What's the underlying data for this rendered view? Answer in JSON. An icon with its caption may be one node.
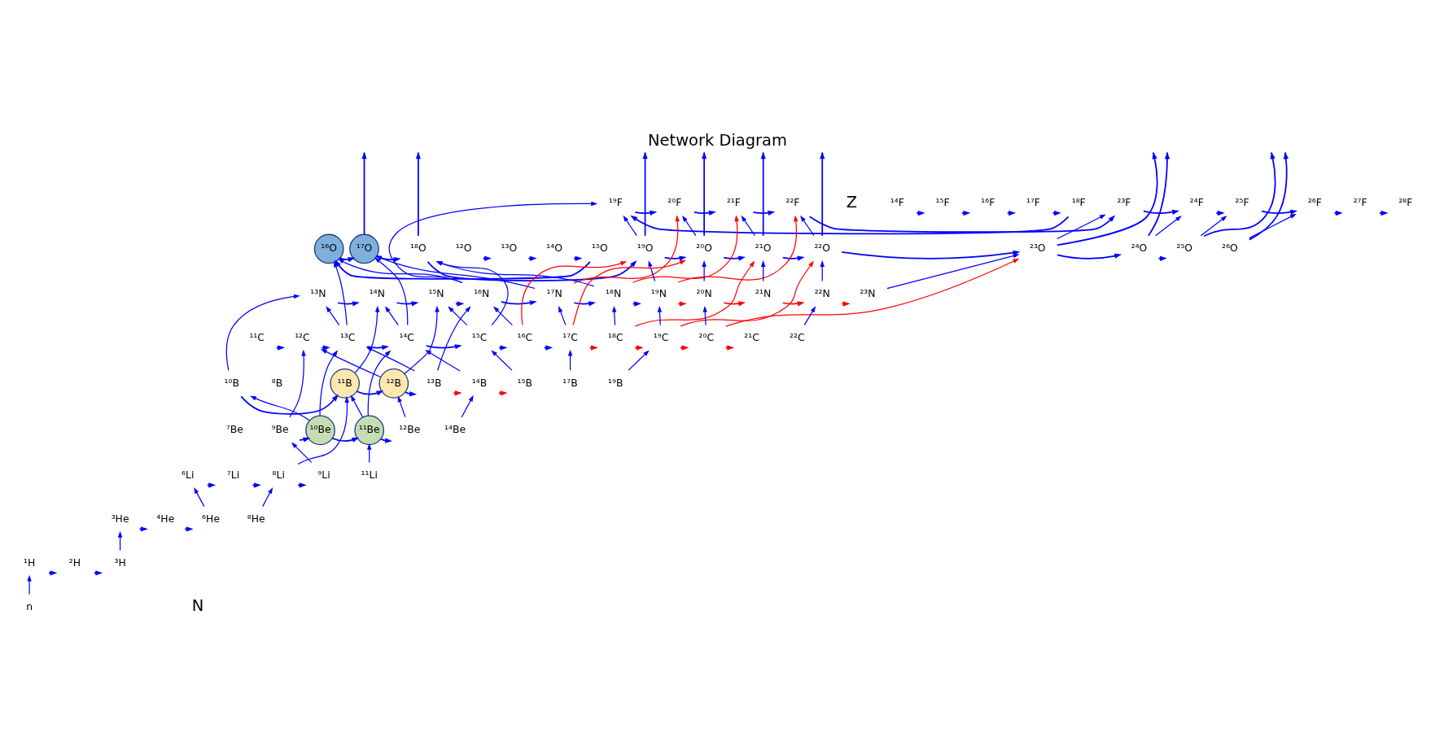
{
  "diagram": {
    "title": "Network Diagram",
    "nodes": [
      {
        "text": [
          "¹⁴F"
        ]
      },
      {
        "text": [
          "¹⁵F"
        ]
      },
      {
        "text": [
          "¹⁶F"
        ]
      },
      {
        "text": [
          "¹⁷F"
        ]
      },
      {
        "text": [
          "¹⁸F"
        ]
      },
      {
        "text": [
          "¹⁹F"
        ]
      },
      {
        "text": [
          "²⁰F"
        ]
      },
      {
        "text": [
          "²¹F"
        ]
      },
      {
        "text": [
          "²²F"
        ]
      },
      {
        "text": [
          "²³F"
        ]
      },
      {
        "text": [
          "²⁴F"
        ]
      },
      {
        "text": [
          "²⁵F"
        ]
      },
      {
        "text": [
          "²⁶F"
        ]
      },
      {
        "text": [
          "²⁷F"
        ]
      },
      {
        "text": [
          "²⁸F"
        ]
      },
      {
        "text": [
          "¹²O"
        ]
      },
      {
        "text": [
          "¹³O"
        ]
      },
      {
        "text": [
          "¹⁴O"
        ]
      },
      {
        "text": [
          "¹⁵O"
        ]
      },
      {
        "text": [
          "¹⁶O"
        ]
      },
      {
        "text": [
          "¹⁷O"
        ]
      },
      {
        "text": [
          "¹⁸O"
        ]
      },
      {
        "text": [
          "¹⁹O"
        ]
      },
      {
        "text": [
          "²⁰O"
        ]
      },
      {
        "text": [
          "²¹O"
        ]
      },
      {
        "text": [
          "²²O"
        ]
      },
      {
        "text": [
          "²³O"
        ]
      },
      {
        "text": [
          "²⁴O"
        ]
      },
      {
        "text": [
          "²⁵O"
        ]
      },
      {
        "text": [
          "²⁶O"
        ]
      },
      {
        "text": [
          "¹³N"
        ]
      },
      {
        "text": [
          "¹⁴N"
        ]
      },
      {
        "text": [
          "¹⁵N"
        ]
      },
      {
        "text": [
          "¹⁶N"
        ]
      },
      {
        "text": [
          "¹⁷N"
        ]
      },
      {
        "text": [
          "¹⁸N"
        ]
      },
      {
        "text": [
          "¹⁹N"
        ]
      },
      {
        "text": [
          "²⁰N"
        ]
      },
      {
        "text": [
          "²¹N"
        ]
      },
      {
        "text": [
          "²²N"
        ]
      },
      {
        "text": [
          "²³N"
        ]
      },
      {
        "text": [
          "¹¹C"
        ]
      },
      {
        "text": [
          "¹²C"
        ]
      },
      {
        "text": [
          "¹³C"
        ]
      },
      {
        "text": [
          "¹⁴C"
        ]
      },
      {
        "text": [
          "¹⁵C"
        ]
      },
      {
        "text": [
          "¹⁶C"
        ]
      },
      {
        "text": [
          "¹⁷C"
        ]
      },
      {
        "text": [
          "¹⁸C"
        ]
      },
      {
        "text": [
          "¹⁹C"
        ]
      },
      {
        "text": [
          "²⁰C"
        ]
      },
      {
        "text": [
          "²¹C"
        ]
      },
      {
        "text": [
          "²²C"
        ]
      },
      {
        "text": [
          "⁸B"
        ]
      },
      {
        "text": [
          "¹⁰B"
        ]
      },
      {
        "text": [
          "¹¹B"
        ]
      },
      {
        "text": [
          "¹²B"
        ]
      },
      {
        "text": [
          "¹³B"
        ]
      },
      {
        "text": [
          "¹⁴B"
        ]
      },
      {
        "text": [
          "¹⁵B"
        ]
      },
      {
        "text": [
          "¹⁷B"
        ]
      },
      {
        "text": [
          "¹⁹B"
        ]
      },
      {
        "text": [
          "⁷Be"
        ]
      },
      {
        "text": [
          "⁹Be"
        ]
      },
      {
        "text": [
          "¹⁰Be"
        ]
      },
      {
        "text": [
          "¹¹Be"
        ]
      },
      {
        "text": [
          "¹²Be"
        ]
      },
      {
        "text": [
          "¹⁴Be"
        ]
      },
      {
        "text": [
          "⁶Li"
        ]
      },
      {
        "text": [
          "⁷Li"
        ]
      },
      {
        "text": [
          "⁸Li"
        ]
      },
      {
        "text": [
          "⁹Li"
        ]
      },
      {
        "text": [
          "¹¹Li"
        ]
      },
      {
        "text": [
          "³He"
        ]
      },
      {
        "text": [
          "⁴He"
        ]
      },
      {
        "text": [
          "⁶He"
        ]
      },
      {
        "text": [
          "⁸He"
        ]
      },
      {
        "text": [
          "¹H"
        ]
      },
      {
        "text": [
          "²H"
        ]
      },
      {
        "text": [
          "³H"
        ]
      },
      {
        "text": [
          "n"
        ]
      }
    ],
    "edges": [
      {
        "from": 77,
        "to": 78,
        "arrow": "to"
      },
      {
        "from": 78,
        "to": 79,
        "arrow": "to"
      },
      {
        "from": 73,
        "to": 74,
        "arrow": "to"
      },
      {
        "from": 74,
        "to": 75,
        "arrow": "to"
      },
      {
        "from": 68,
        "to": 69,
        "arrow": "to"
      },
      {
        "from": 69,
        "to": 70,
        "arrow": "to"
      },
      {
        "from": 70,
        "to": 71,
        "arrow": "to"
      },
      {
        "from": 63,
        "to": 64,
        "arrow": "to"
      },
      {
        "from": 64,
        "to": 65,
        "arrow": "to"
      },
      {
        "from": 65,
        "to": 66,
        "arrow": "to"
      },
      {
        "from": 54,
        "to": 55,
        "arrow": "to"
      },
      {
        "from": 55,
        "to": 56,
        "arrow": "to"
      },
      {
        "from": 56,
        "to": 57,
        "arrow": "to"
      },
      {
        "from": 57,
        "to": 58,
        "arrow": "to",
        "color": "#ff0000"
      },
      {
        "from": 58,
        "to": 59,
        "arrow": "to",
        "color": "#ff0000"
      },
      {
        "from": 41,
        "to": 42,
        "arrow": "to"
      },
      {
        "from": 42,
        "to": 43,
        "arrow": "to"
      },
      {
        "from": 43,
        "to": 44,
        "arrow": "to"
      },
      {
        "from": 44,
        "to": 45,
        "arrow": "to"
      },
      {
        "from": 45,
        "to": 46,
        "arrow": "to"
      },
      {
        "from": 46,
        "to": 47,
        "arrow": "to"
      },
      {
        "from": 47,
        "to": 48,
        "arrow": "to",
        "color": "#ff0000"
      },
      {
        "from": 48,
        "to": 49,
        "arrow": "to",
        "color": "#ff0000"
      },
      {
        "from": 49,
        "to": 50,
        "arrow": "to",
        "color": "#ff0000"
      },
      {
        "from": 50,
        "to": 51,
        "arrow": "to",
        "color": "#ff0000"
      },
      {
        "from": 30,
        "to": 31,
        "arrow": "to"
      },
      {
        "from": 31,
        "to": 32,
        "arrow": "to"
      },
      {
        "from": 32,
        "to": 33,
        "arrow": "to"
      },
      {
        "from": 33,
        "to": 34,
        "arrow": "to"
      },
      {
        "from": 34,
        "to": 35,
        "arrow": "to"
      },
      {
        "from": 35,
        "to": 36,
        "arrow": "to"
      },
      {
        "from": 36,
        "to": 37,
        "arrow": "to",
        "color": "#ff0000"
      },
      {
        "from": 37,
        "to": 38,
        "arrow": "to",
        "color": "#ff0000"
      },
      {
        "from": 38,
        "to": 39,
        "arrow": "to",
        "color": "#ff0000"
      },
      {
        "from": 39,
        "to": 40,
        "arrow": "to",
        "color": "#ff0000"
      },
      {
        "from": 15,
        "to": 16,
        "arrow": "to"
      },
      {
        "from": 16,
        "to": 17,
        "arrow": "to"
      },
      {
        "from": 17,
        "to": 18,
        "arrow": "to"
      },
      {
        "from": 18,
        "to": 19,
        "arrow": "to"
      },
      {
        "from": 19,
        "to": 20,
        "arrow": "to"
      },
      {
        "from": 20,
        "to": 21,
        "arrow": "to"
      },
      {
        "from": 21,
        "to": 22,
        "arrow": "to"
      },
      {
        "from": 22,
        "to": 23,
        "arrow": "to"
      },
      {
        "from": 23,
        "to": 24,
        "arrow": "to"
      },
      {
        "from": 24,
        "to": 25,
        "arrow": "to"
      },
      {
        "from": 25,
        "to": 26,
        "arrow": "to"
      },
      {
        "from": 26,
        "to": 27,
        "arrow": "to"
      },
      {
        "from": 27,
        "to": 28,
        "arrow": "to"
      },
      {
        "from": 0,
        "to": 1,
        "arrow": "to"
      },
      {
        "from": 1,
        "to": 2,
        "arrow": "to"
      },
      {
        "from": 2,
        "to": 3,
        "arrow": "to"
      },
      {
        "from": 3,
        "to": 4,
        "arrow": "to"
      },
      {
        "from": 4,
        "to": 5,
        "arrow": "to"
      },
      {
        "from": 5,
        "to": 6,
        "arrow": "to"
      },
      {
        "from": 6,
        "to": 7,
        "arrow": "to"
      },
      {
        "from": 7,
        "to": 8,
        "arrow": "to"
      },
      {
        "from": 8,
        "to": 9,
        "arrow": "to"
      },
      {
        "from": 9,
        "to": 10,
        "arrow": "to"
      },
      {
        "from": 10,
        "to": 11,
        "arrow": "to"
      },
      {
        "from": 11,
        "to": 12,
        "arrow": "to"
      },
      {
        "from": 12,
        "to": 13,
        "arrow": "to"
      },
      {
        "from": 13,
        "to": 14,
        "arrow": "to"
      },
      {
        "from": 80,
        "to": 77,
        "arrow": "to"
      },
      {
        "from": 79,
        "to": 73,
        "arrow": "to"
      },
      {
        "from": 75,
        "to": 68,
        "arrow": "to"
      },
      {
        "from": 76,
        "to": 70,
        "arrow": "to"
      },
      {
        "from": 71,
        "to": 63,
        "arrow": "to"
      },
      {
        "from": 72,
        "to": 65,
        "arrow": "to"
      },
      {
        "from": 64,
        "to": 54,
        "arrow": "to"
      },
      {
        "from": 65,
        "to": 55,
        "arrow": "to"
      },
      {
        "from": 66,
        "to": 56,
        "arrow": "to"
      },
      {
        "from": 67,
        "to": 58,
        "arrow": "to"
      },
      {
        "from": 56,
        "to": 42,
        "arrow": "to"
      },
      {
        "from": 57,
        "to": 43,
        "arrow": "to"
      },
      {
        "from": 58,
        "to": 44,
        "arrow": "to"
      },
      {
        "from": 59,
        "to": 45,
        "arrow": "to"
      },
      {
        "from": 60,
        "to": 47,
        "arrow": "to"
      },
      {
        "from": 61,
        "to": 49,
        "arrow": "to"
      },
      {
        "from": 43,
        "to": 30,
        "arrow": "to"
      },
      {
        "from": 44,
        "to": 31,
        "arrow": "to"
      },
      {
        "from": 45,
        "to": 32,
        "arrow": "to"
      },
      {
        "from": 46,
        "to": 33,
        "arrow": "to"
      },
      {
        "from": 47,
        "to": 34,
        "arrow": "to"
      },
      {
        "from": 48,
        "to": 35,
        "arrow": "to"
      },
      {
        "from": 49,
        "to": 36,
        "arrow": "to"
      },
      {
        "from": 50,
        "to": 37,
        "arrow": "to"
      },
      {
        "from": 52,
        "to": 39,
        "arrow": "to"
      },
      {
        "from": 33,
        "to": 19,
        "arrow": "to"
      },
      {
        "from": 34,
        "to": 20,
        "arrow": "to"
      },
      {
        "from": 35,
        "to": 21,
        "arrow": "to"
      },
      {
        "from": 36,
        "to": 22,
        "arrow": "to"
      },
      {
        "from": 37,
        "to": 23,
        "arrow": "to"
      },
      {
        "from": 38,
        "to": 24,
        "arrow": "to"
      },
      {
        "from": 39,
        "to": 25,
        "arrow": "to"
      },
      {
        "from": 40,
        "to": 26,
        "arrow": "to"
      },
      {
        "from": 22,
        "to": 5,
        "arrow": "to"
      },
      {
        "from": 23,
        "to": 6,
        "arrow": "to"
      },
      {
        "from": 24,
        "to": 7,
        "arrow": "to"
      },
      {
        "from": 25,
        "to": 8,
        "arrow": "to"
      },
      {
        "from": 26,
        "to": 9,
        "arrow": "to"
      },
      {
        "from": 27,
        "to": 10,
        "arrow": "to"
      },
      {
        "from": 28,
        "to": 11,
        "arrow": "to"
      },
      {
        "from": 29,
        "to": 12,
        "arrow": "to"
      },
      {
        "from": 70,
        "to": 55,
        "arrow": "to"
      },
      {
        "from": 63,
        "to": 42,
        "arrow": "to"
      },
      {
        "from": 64,
        "to": 43,
        "arrow": "to"
      },
      {
        "from": 65,
        "to": 44,
        "arrow": "to"
      },
      {
        "from": 54,
        "to": 30,
        "arrow": "to"
      },
      {
        "from": 55,
        "to": 31,
        "arrow": "to"
      },
      {
        "from": 56,
        "to": 32,
        "arrow": "to"
      },
      {
        "from": 57,
        "to": 33,
        "arrow": "to"
      },
      {
        "from": 43,
        "to": 19,
        "arrow": "to"
      },
      {
        "from": 44,
        "to": 20,
        "arrow": "to"
      },
      {
        "from": 45,
        "to": 21,
        "arrow": "to"
      },
      {
        "from": 46,
        "to": 22,
        "arrow": "to",
        "color": "#ff0000"
      },
      {
        "from": 47,
        "to": 23,
        "arrow": "to",
        "color": "#ff0000"
      },
      {
        "from": 48,
        "to": 24,
        "arrow": "to",
        "color": "#ff0000"
      },
      {
        "from": 49,
        "to": 25,
        "arrow": "to",
        "color": "#ff0000"
      },
      {
        "from": 50,
        "to": 26,
        "arrow": "to",
        "color": "#ff0000"
      },
      {
        "from": 33,
        "to": 5,
        "arrow": "to"
      },
      {
        "from": 34,
        "to": 6,
        "arrow": "to",
        "color": "#ff0000"
      },
      {
        "from": 35,
        "to": 7,
        "arrow": "to",
        "color": "#ff0000"
      },
      {
        "from": 36,
        "to": 8,
        "arrow": "to",
        "color": "#ff0000"
      },
      {
        "from": 20,
        "to": null,
        "arrow": "to"
      },
      {
        "from": 21,
        "to": null,
        "arrow": "to"
      },
      {
        "from": 22,
        "to": null,
        "arrow": "to"
      },
      {
        "from": 23,
        "to": null,
        "arrow": "to"
      },
      {
        "from": 24,
        "to": null,
        "arrow": "to"
      },
      {
        "from": 25,
        "to": null,
        "arrow": "to"
      },
      {
        "from": 26,
        "to": null,
        "arrow": "to"
      },
      {
        "from": 27,
        "to": null,
        "arrow": "to"
      },
      {
        "from": 28,
        "to": null,
        "arrow": "to"
      },
      {
        "from": 29,
        "to": null,
        "arrow": "to"
      }
    ],
    "labels": [
      "Z",
      "N"
    ]
  }
}
